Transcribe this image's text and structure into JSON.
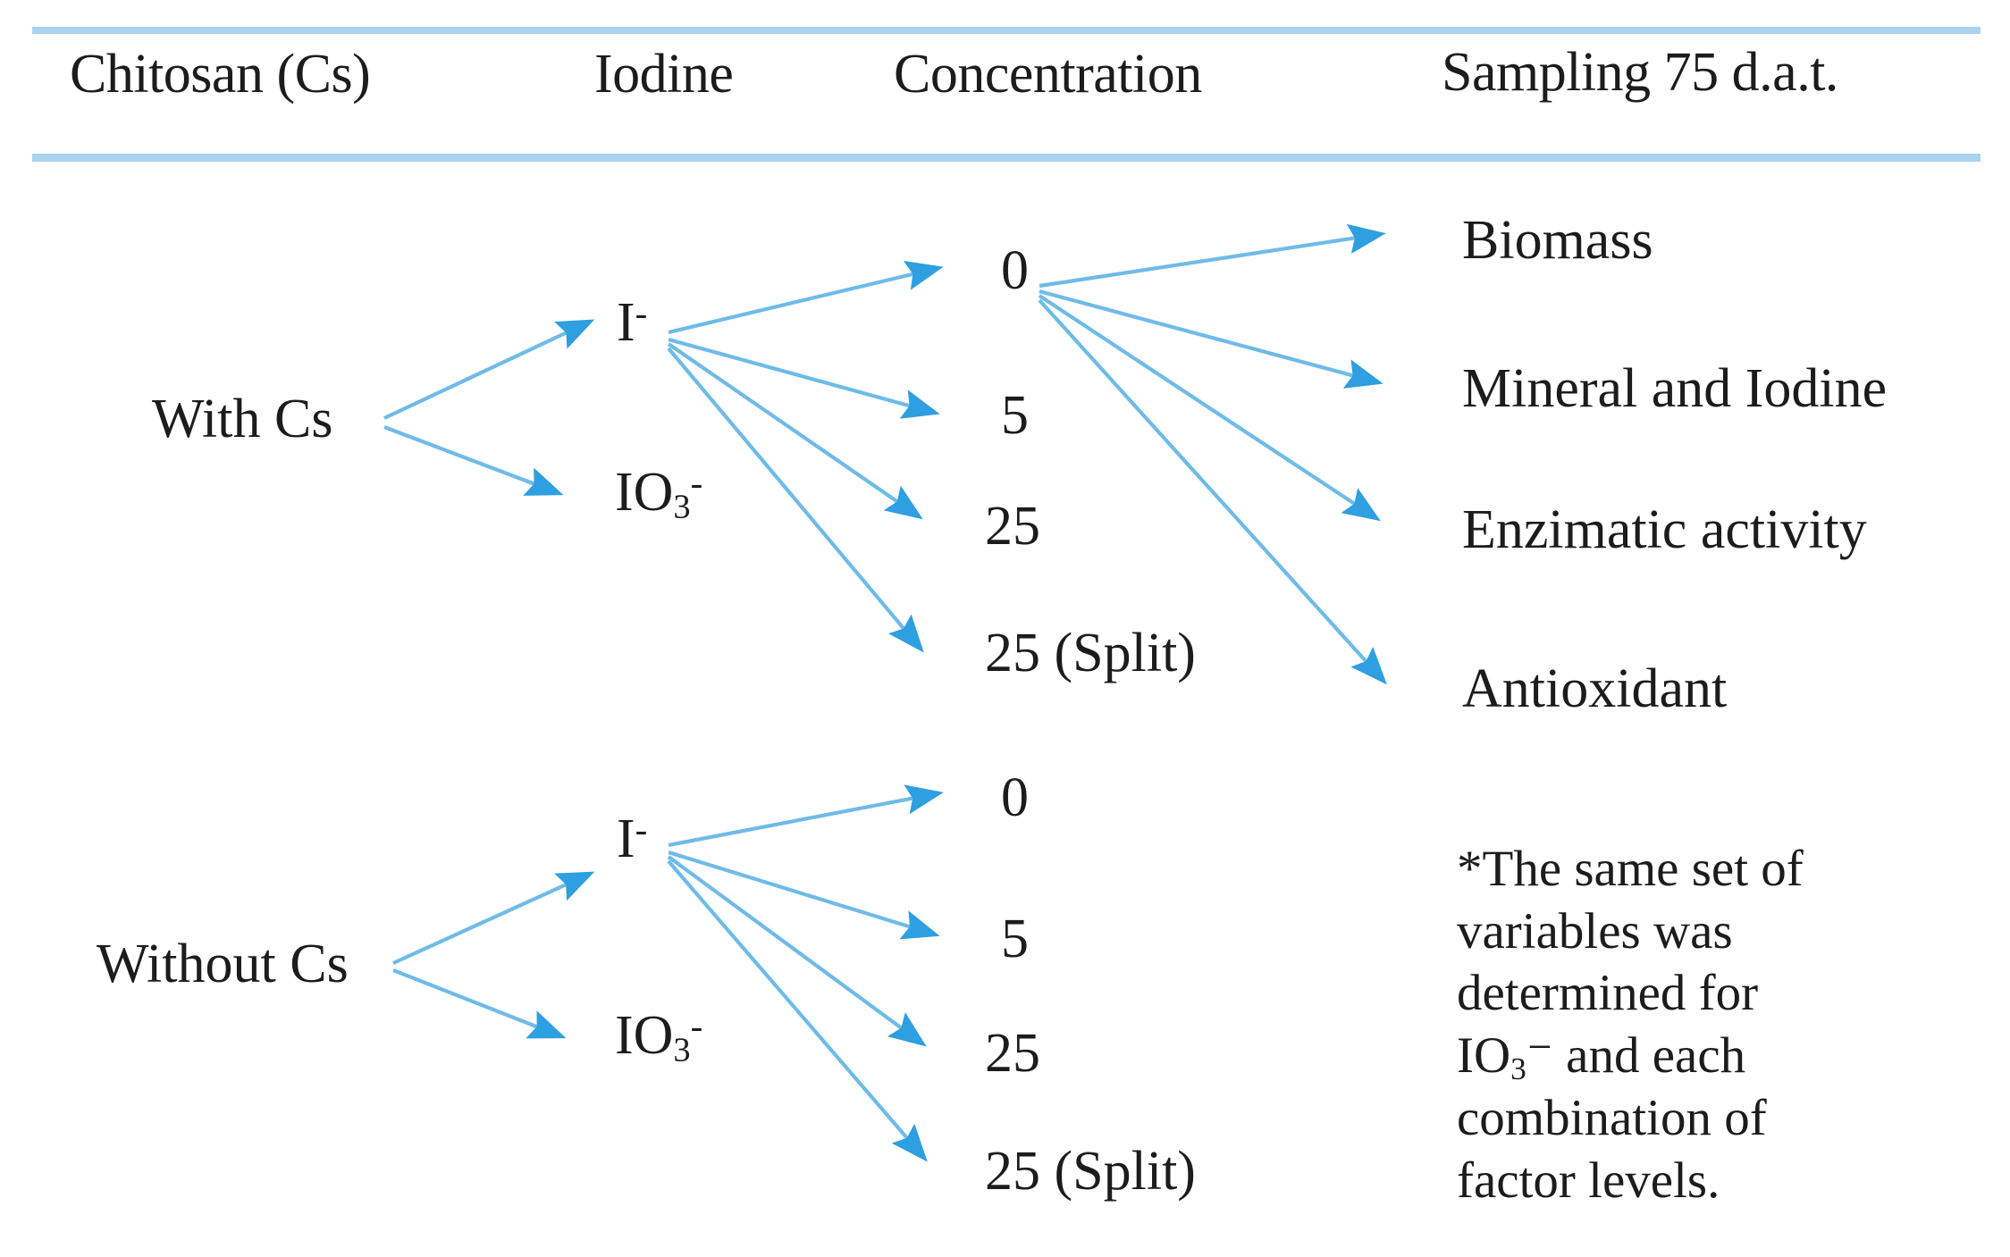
{
  "figure": {
    "title_row": {
      "columns": [
        {
          "label": "Chitosan (Cs)"
        },
        {
          "label": "Iodine"
        },
        {
          "label": "Concentration"
        },
        {
          "label": "Sampling  75 d.a.t."
        }
      ]
    },
    "colors": {
      "rule": "#a9d2ef",
      "arrow": "#2e9fe0",
      "line": "#6fbbe8",
      "text": "#1c1c1c",
      "background": "#ffffff"
    },
    "branches": [
      {
        "id": "with-cs",
        "chitosan": "With Cs",
        "iodine": [
          {
            "id": "iodide-top",
            "label_main": "I",
            "label_sup": "-"
          },
          {
            "id": "iodate-top",
            "label_main": "IO",
            "label_sub": "3",
            "label_sup": "-"
          }
        ],
        "concentrations": [
          {
            "id": "conc-0-top",
            "label": "0"
          },
          {
            "id": "conc-5-top",
            "label": "5"
          },
          {
            "id": "conc-25-top",
            "label": "25"
          },
          {
            "id": "conc-25split-top",
            "label": "25 (Split)"
          }
        ]
      },
      {
        "id": "without-cs",
        "chitosan": "Without Cs",
        "iodine": [
          {
            "id": "iodide-bottom",
            "label_main": "I",
            "label_sup": "-"
          },
          {
            "id": "iodate-bottom",
            "label_main": "IO",
            "label_sub": "3",
            "label_sup": "-"
          }
        ],
        "concentrations": [
          {
            "id": "conc-0-bottom",
            "label": "0"
          },
          {
            "id": "conc-5-bottom",
            "label": "5"
          },
          {
            "id": "conc-25-bottom",
            "label": "25"
          },
          {
            "id": "conc-25split-bottom",
            "label": "25 (Split)"
          }
        ]
      }
    ],
    "sampling_outcomes": [
      {
        "id": "biomass",
        "label": "Biomass"
      },
      {
        "id": "mineral-iodine",
        "label": "Mineral and Iodine"
      },
      {
        "id": "enzimatic-activity",
        "label": "Enzimatic activity"
      },
      {
        "id": "antioxidant",
        "label": "Antioxidant"
      }
    ],
    "footnote": {
      "line1": "*The same set of",
      "line2": "variables was",
      "line3": "determined for",
      "line4_pre": "IO",
      "line4_sub": "3",
      "line4_post": "⁻ and each",
      "line5": "combination of",
      "line6": "factor levels."
    }
  }
}
